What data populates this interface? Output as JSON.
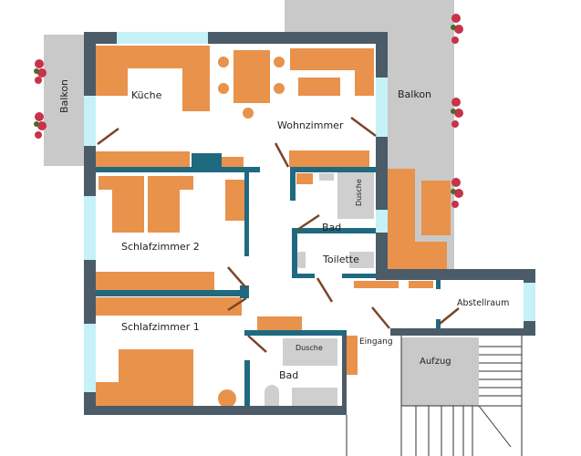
{
  "rooms": {
    "kitchen": "Küche",
    "living_room": "Wohnzimmer",
    "bedroom2": "Schlafzimmer 2",
    "bedroom1": "Schlafzimmer 1",
    "bath_upper": "Bad",
    "toilet": "Toilette",
    "shower_upper": "Dusche",
    "bath_lower": "Bad",
    "shower_lower": "Dusche",
    "entrance": "Eingang",
    "storage": "Abstellraum",
    "elevator": "Aufzug",
    "balcony_left": "Balkon",
    "balcony_right": "Balkon"
  },
  "colors": {
    "wall": "#4b5b68",
    "inner_wall": "#1f6a80",
    "furniture": "#e8924c",
    "window": "#c6f1f6",
    "balcony": "#c9c9c9",
    "door": "#7a4527",
    "flowers": "#c8324a"
  }
}
